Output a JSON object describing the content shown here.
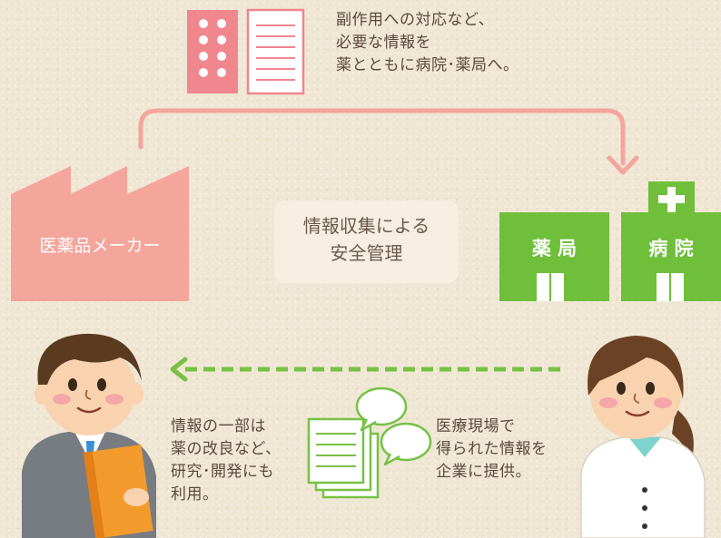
{
  "top_note": {
    "line1": "副作用への対応など、",
    "line2": "必要な情報を",
    "line3": "薬とともに病院･薬局へ。"
  },
  "maker": {
    "label": "医薬品メーカー"
  },
  "center": {
    "line1": "情報収集による",
    "line2": "安全管理"
  },
  "pharmacy": {
    "label": "薬 局"
  },
  "hospital": {
    "label": "病 院"
  },
  "left_note": {
    "line1": "情報の一部は",
    "line2": "薬の改良など、",
    "line3": "研究･開発にも",
    "line4": "利用。"
  },
  "right_note": {
    "line1": "医療現場で",
    "line2": "得られた情報を",
    "line3": "企業に提供。"
  },
  "colors": {
    "pink": "#f0868e",
    "salmon": "#f4a59c",
    "green": "#6fbf3b",
    "text": "#5a4a3c"
  }
}
